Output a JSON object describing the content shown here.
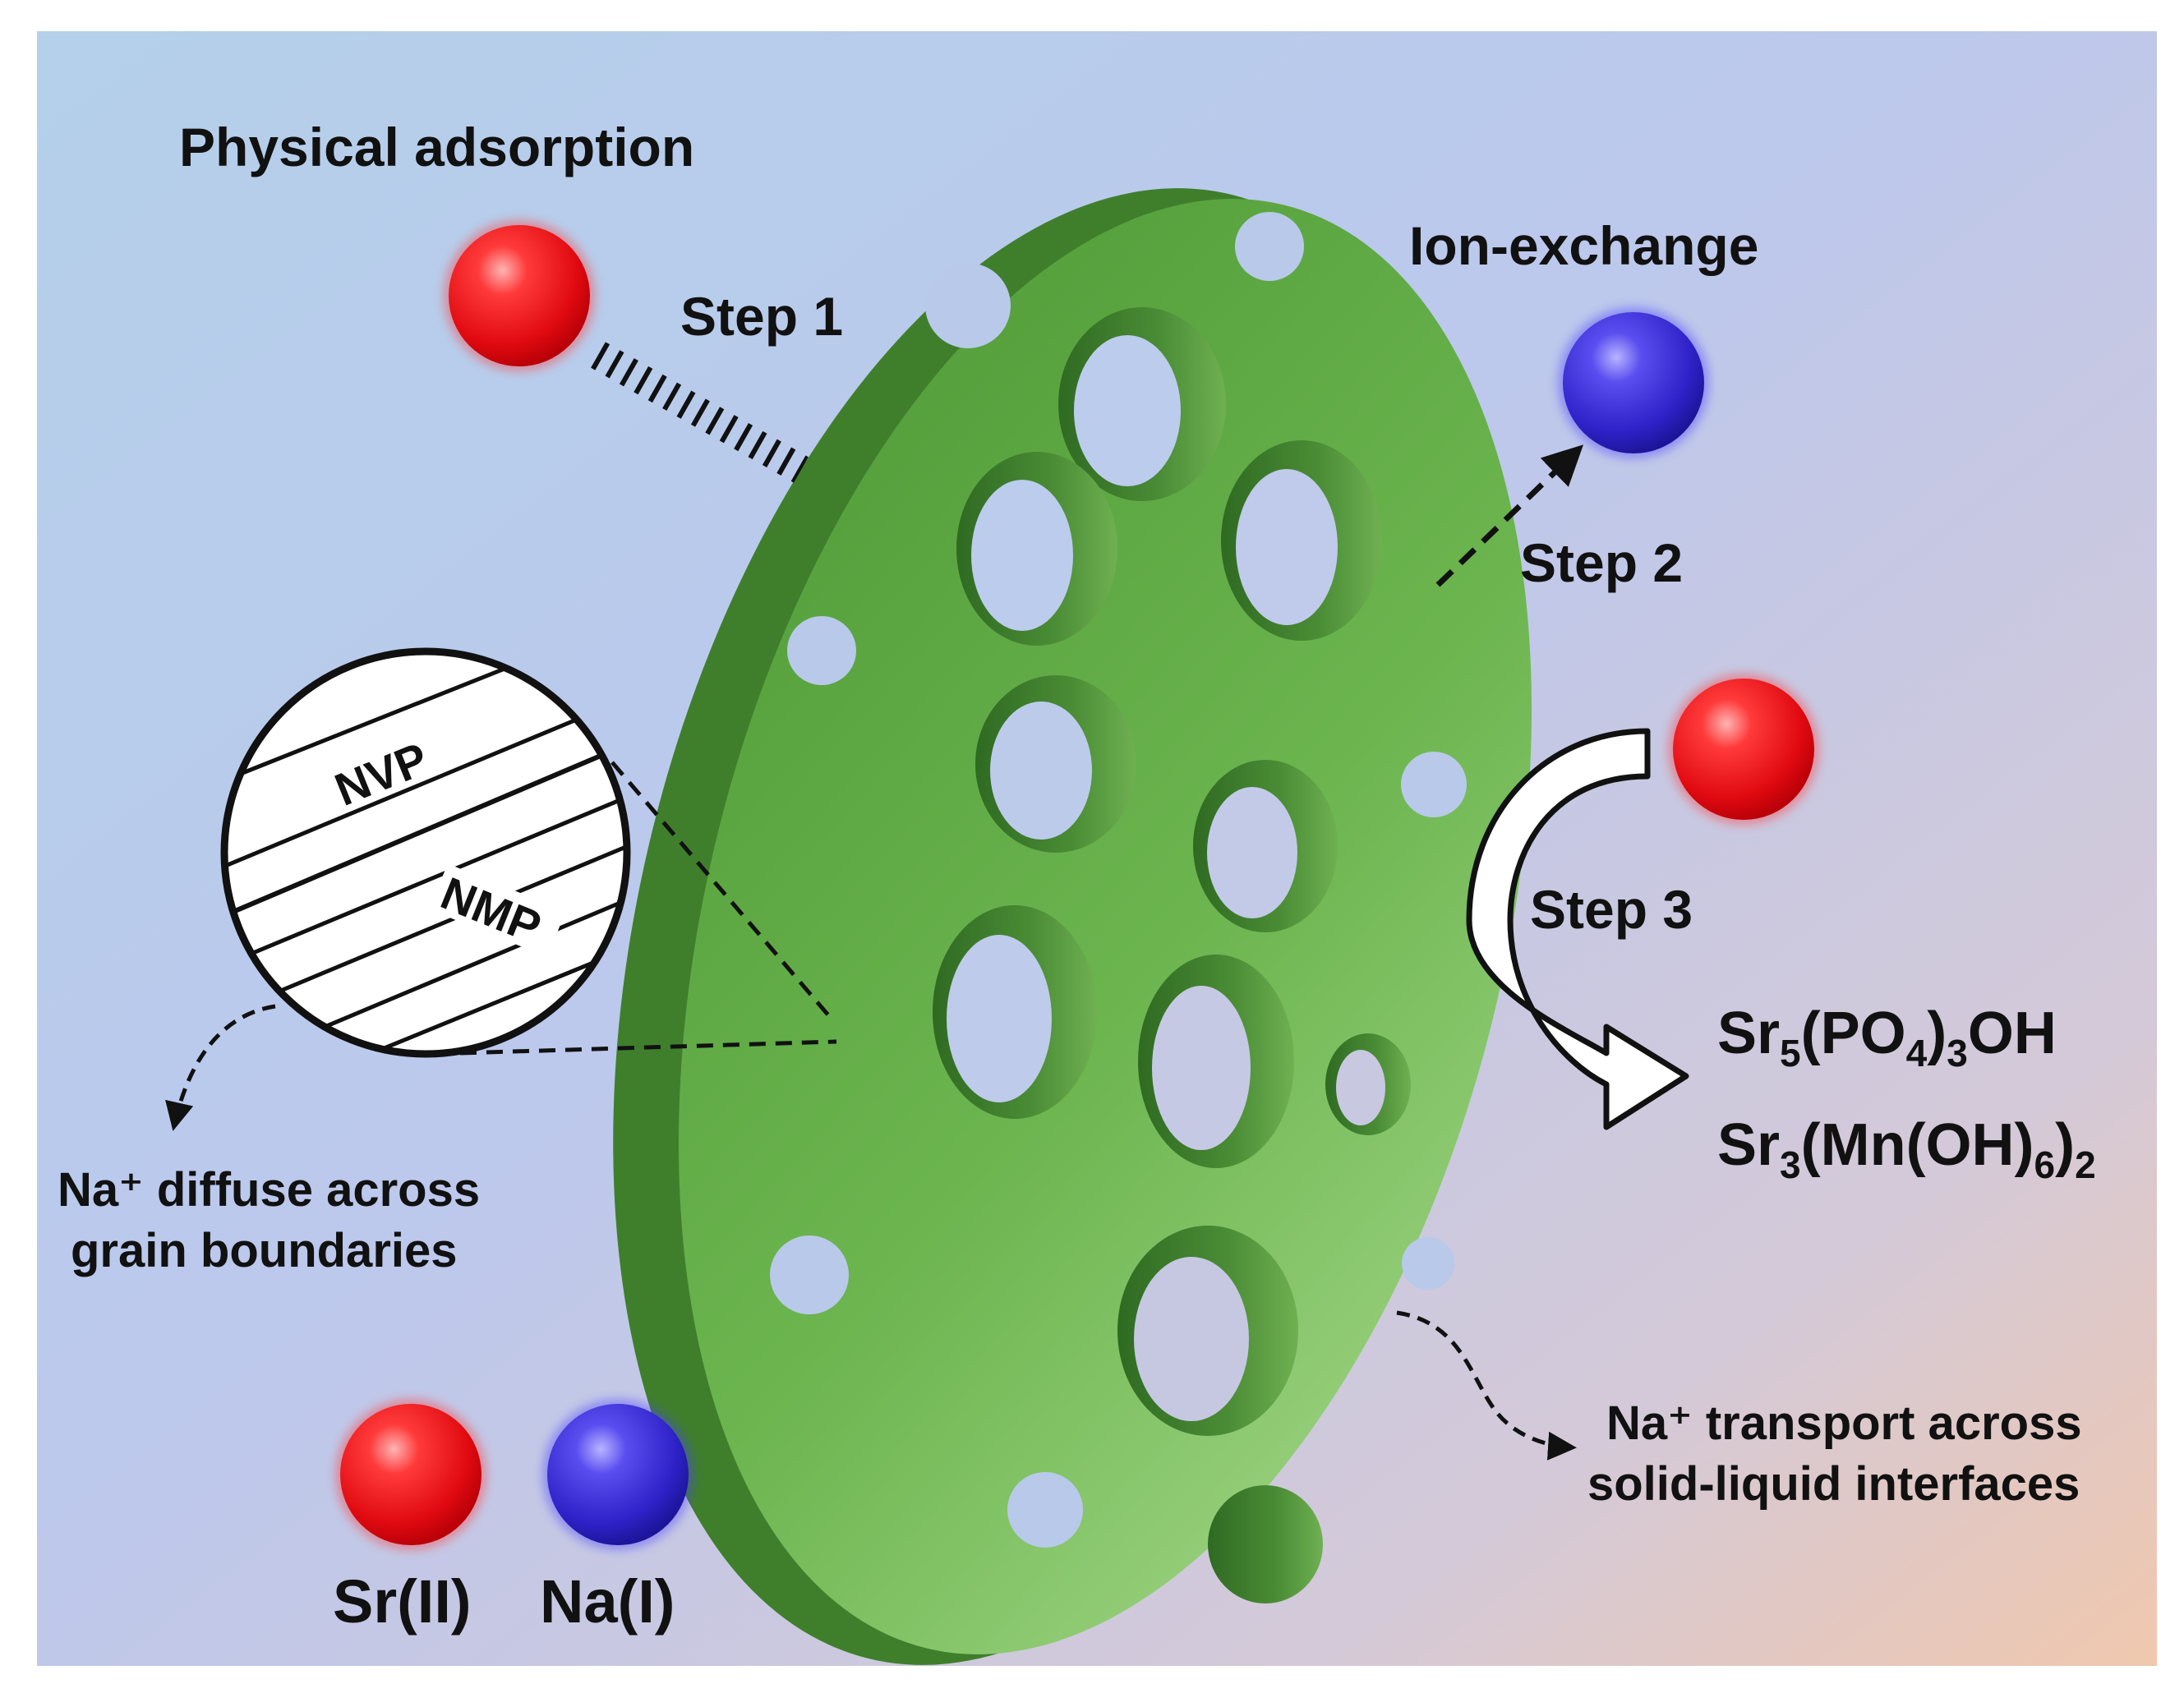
{
  "labels": {
    "physical_adsorption": "Physical adsorption",
    "ion_exchange": "Ion-exchange",
    "step1": "Step 1",
    "step2": "Step 2",
    "step3": "Step 3"
  },
  "inset": {
    "top_phase": "NVP",
    "bottom_phase": "NMP"
  },
  "notes": {
    "grain_line1": "Na⁺ diffuse across",
    "grain_line2": "grain boundaries",
    "interface_line1": "Na⁺ transport across",
    "interface_line2": "solid-liquid interfaces"
  },
  "products": {
    "p1": {
      "a": "Sr",
      "s1": "5",
      "b": "(PO",
      "s2": "4",
      "c": ")",
      "s3": "3",
      "d": "OH"
    },
    "p2": {
      "a": "Sr",
      "s1": "3",
      "b": "(Mn(OH)",
      "s2": "6",
      "c": ")",
      "s3": "2"
    }
  },
  "legend": {
    "sr": "Sr(II)",
    "na": "Na(I)"
  },
  "colors": {
    "sr_sphere": "#e8101a",
    "na_sphere": "#3a2fd8",
    "disc_green": "#5aa83e",
    "disc_dark": "#3c7a2a"
  },
  "icons": {
    "sr_sphere": "red-sphere-icon",
    "na_sphere": "blue-sphere-icon"
  }
}
